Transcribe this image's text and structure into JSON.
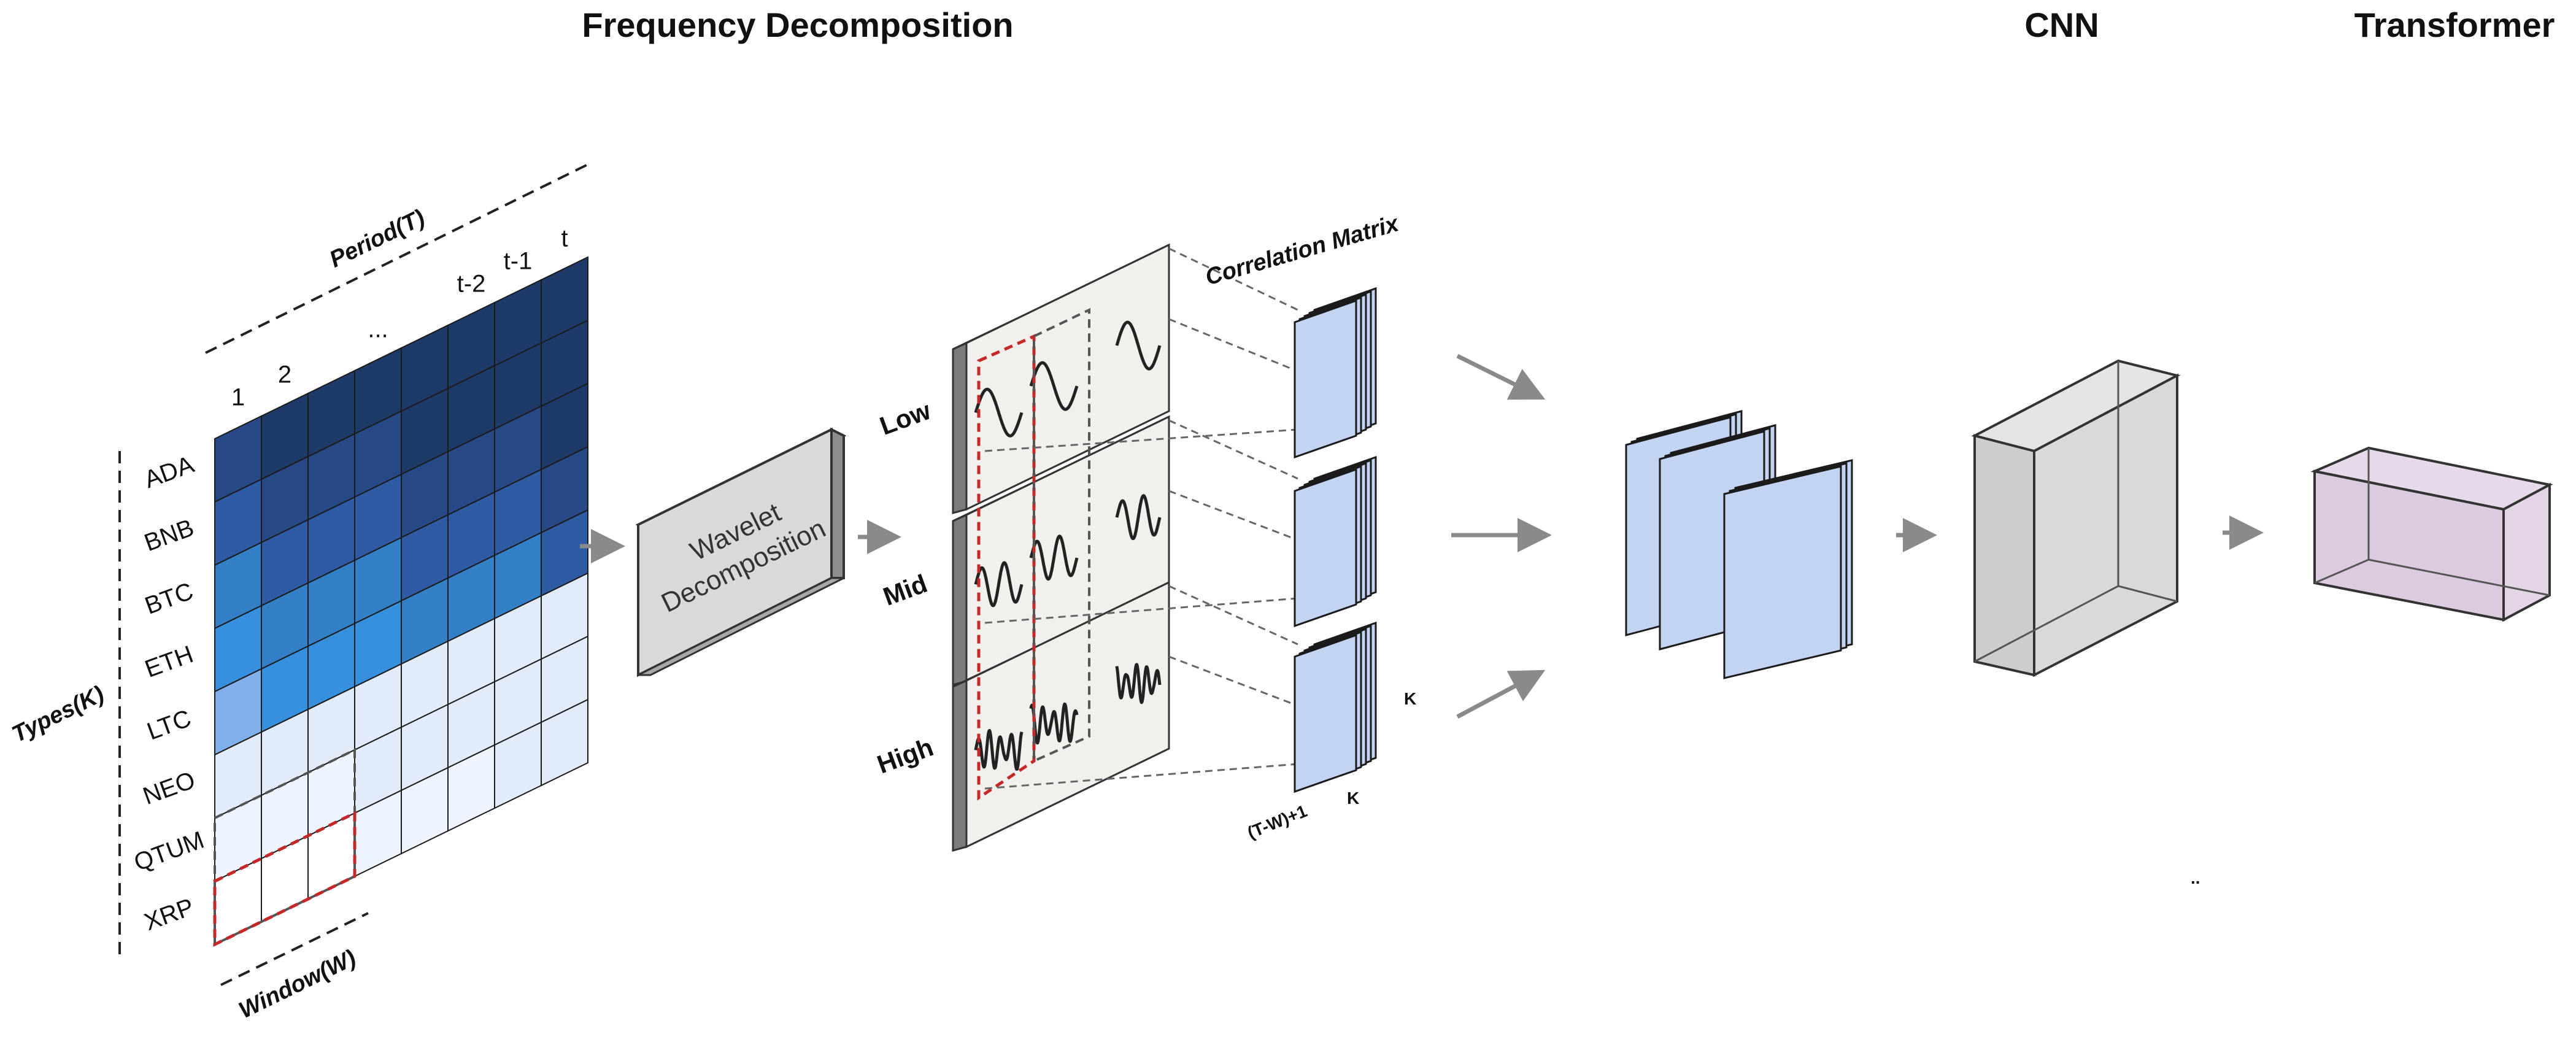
{
  "headings": {
    "frequency": "Frequency Decomposition",
    "cnn": "CNN",
    "transformer": "Transformer"
  },
  "grid": {
    "period_label": "Period(T)",
    "types_label": "Types(K)",
    "window_label": "Window(W)",
    "column_labels": [
      "1",
      "2",
      "...",
      "t-2",
      "t-1",
      "t"
    ],
    "row_labels": [
      "ADA",
      "BNB",
      "BTC",
      "ETH",
      "LTC",
      "NEO",
      "QTUM",
      "XRP"
    ]
  },
  "wavelet": {
    "line1": "Wavelet",
    "line2": "Decomposition"
  },
  "bands": [
    "Low",
    "Mid",
    "High"
  ],
  "correlation": {
    "title": "Correlation Matrix",
    "dim_k_side": "K",
    "dim_k_bottom": "K",
    "dim_count": "(T-W)+1"
  },
  "ellipsis_mark": "..",
  "colors": {
    "accent_red": "#c62828",
    "arrow_gray": "#8a8a8a",
    "matrix_fill": "#c3d4f3",
    "cnn_fill": "#d9d9d9",
    "transformer_fill": "#dccbe0"
  }
}
